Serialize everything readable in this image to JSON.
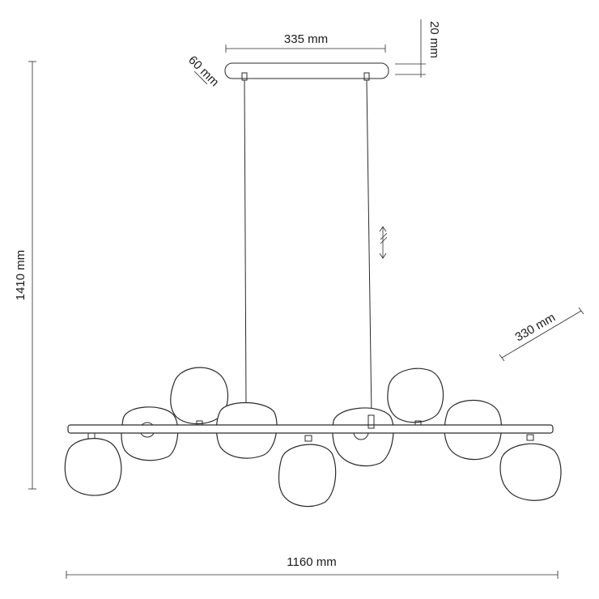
{
  "dimensions": {
    "canopy_length": "335 mm",
    "canopy_height": "20 mm",
    "canopy_depth": "60 mm",
    "total_height": "1410 mm",
    "shade_depth": "330 mm",
    "total_width": "1160 mm"
  },
  "colors": {
    "line": "#2a2a2a",
    "background": "#ffffff"
  },
  "icons": {
    "adjustable_cable": "double-arrow-icon"
  }
}
